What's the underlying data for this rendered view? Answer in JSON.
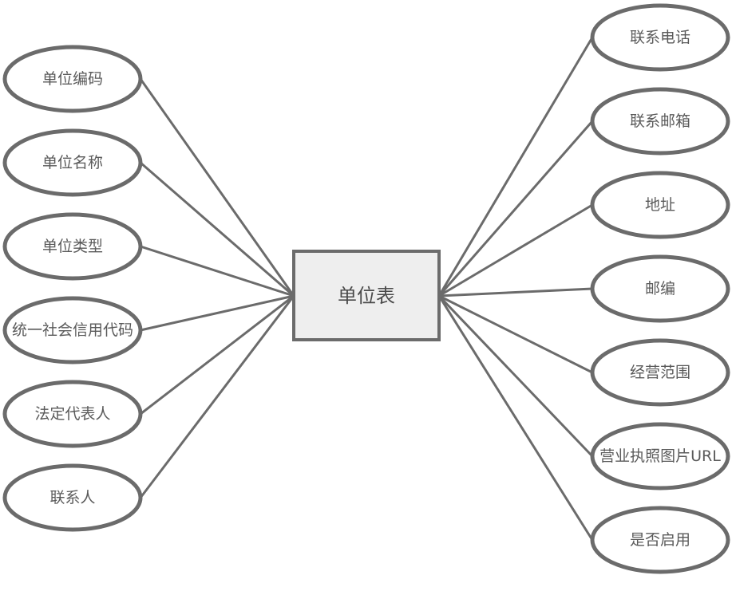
{
  "entity": {
    "label": "单位表"
  },
  "left_attributes": [
    {
      "label": "单位编码"
    },
    {
      "label": "单位名称"
    },
    {
      "label": "单位类型"
    },
    {
      "label": "统一社会信用代码"
    },
    {
      "label": "法定代表人"
    },
    {
      "label": "联系人"
    }
  ],
  "right_attributes": [
    {
      "label": "联系电话"
    },
    {
      "label": "联系邮箱"
    },
    {
      "label": "地址"
    },
    {
      "label": "邮编"
    },
    {
      "label": "经营范围"
    },
    {
      "label": "营业执照图片URL"
    },
    {
      "label": "是否启用"
    }
  ],
  "colors": {
    "stroke": "#6b6b6b",
    "entity_fill": "#eeeeee",
    "text": "#5a5a5a"
  }
}
